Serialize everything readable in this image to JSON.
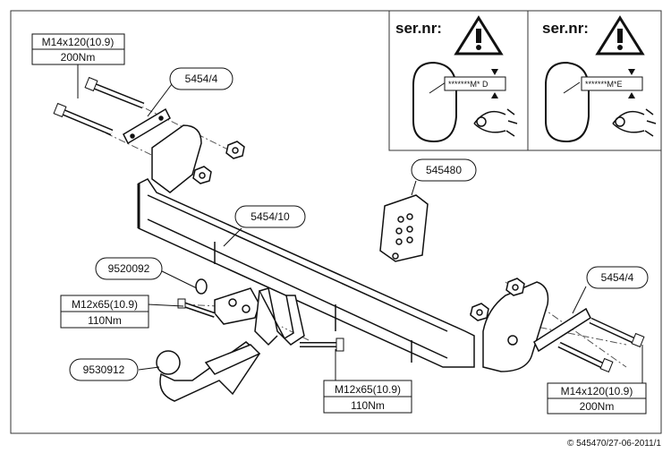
{
  "warning_panels": [
    {
      "title": "ser.nr:",
      "code": "*******M* D"
    },
    {
      "title": "ser.nr:",
      "code": "*******M*E"
    }
  ],
  "callouts": {
    "bolt_top_left": {
      "spec": "M14x120(10.9)",
      "torque": "200Nm"
    },
    "plate_top_left": "5454/4",
    "crossbar": "5454/10",
    "electrical_kit": "545480",
    "clamp_part": "9520092",
    "bolt_mid_left": {
      "spec": "M12x65(10.9)",
      "torque": "110Nm"
    },
    "towball": "9530912",
    "bolt_mid_bottom": {
      "spec": "M12x65(10.9)",
      "torque": "110Nm"
    },
    "plate_right": "5454/4",
    "bolt_right": {
      "spec": "M14x120(10.9)",
      "torque": "200Nm"
    }
  },
  "copyright": "© 545470/27-06-2011/1"
}
